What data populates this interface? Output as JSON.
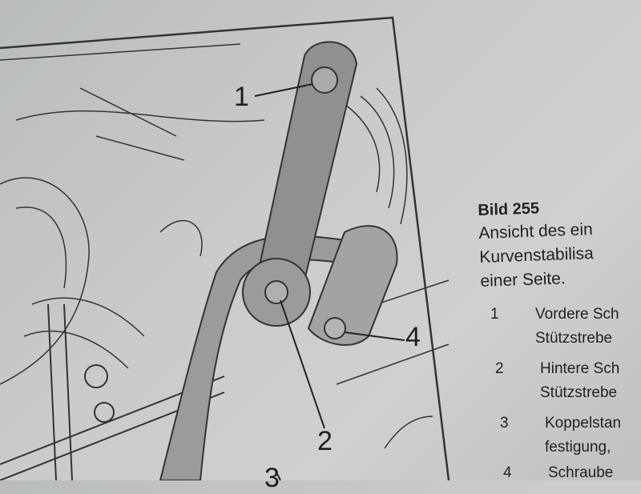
{
  "figure": {
    "callouts": [
      "1",
      "2",
      "3",
      "4"
    ]
  },
  "caption": {
    "title": "Bild 255",
    "lines": [
      "Ansicht des ein",
      "Kurvenstabilisa",
      "einer Seite."
    ]
  },
  "legend": [
    {
      "num": "1",
      "lines": [
        "Vordere Sch",
        "Stützstrebe"
      ]
    },
    {
      "num": "2",
      "lines": [
        "Hintere Sch",
        "Stützstrebe"
      ]
    },
    {
      "num": "3",
      "lines": [
        "Koppelstan",
        "festigung,"
      ]
    },
    {
      "num": "4",
      "lines": [
        "Schraube"
      ]
    }
  ],
  "colors": {
    "paper": "#c9cbca",
    "ink": "#222222",
    "part": "#8f9090"
  }
}
